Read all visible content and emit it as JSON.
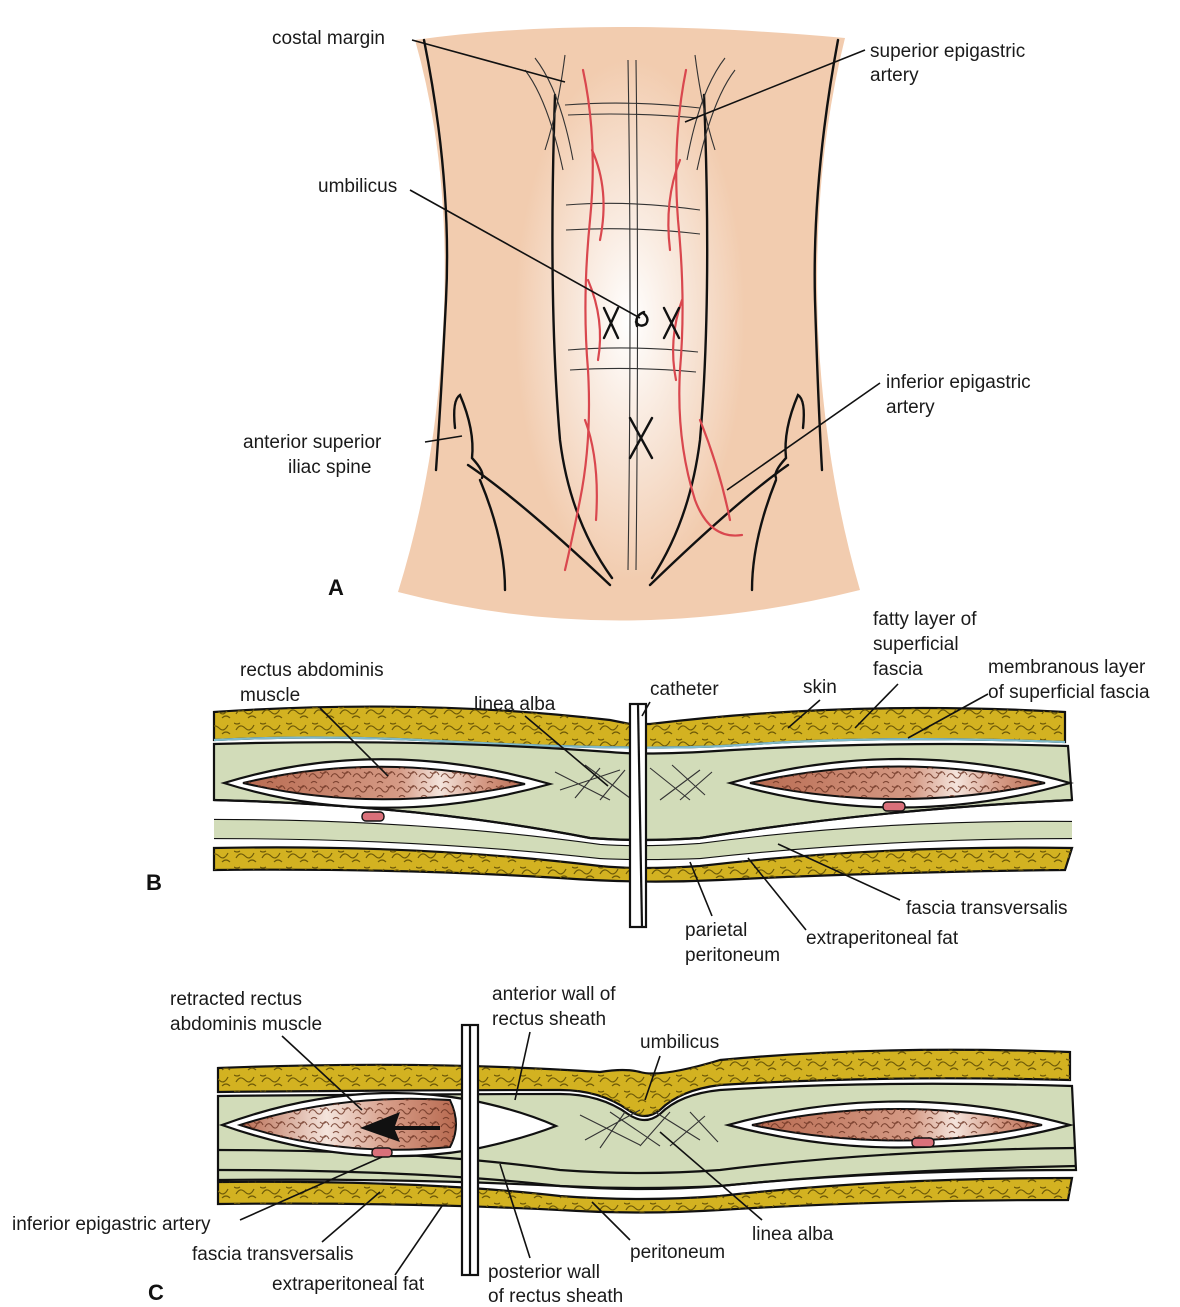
{
  "colors": {
    "skin": "#f2ccaf",
    "artery": "#d9474e",
    "fat": "#d3b221",
    "fascia": "#d2dcb9",
    "muscle_dark": "#b86a50",
    "muscle_light": "#f4e4dc",
    "outline": "#111111"
  },
  "panel_a": {
    "letter": "A",
    "labels": {
      "costal_margin": "costal margin",
      "superior_epigastric_1": "superior epigastric",
      "superior_epigastric_2": "artery",
      "umbilicus": "umbilicus",
      "inferior_epigastric_1": "inferior epigastric",
      "inferior_epigastric_2": "artery",
      "asis_1": "anterior superior",
      "asis_2": "iliac spine"
    }
  },
  "panel_b": {
    "letter": "B",
    "labels": {
      "rectus_1": "rectus abdominis",
      "rectus_2": "muscle",
      "linea_alba": "linea alba",
      "catheter": "catheter",
      "skin": "skin",
      "fatty_1": "fatty layer of",
      "fatty_2": "superficial",
      "fatty_3": "fascia",
      "membranous_1": "membranous layer",
      "membranous_2": "of superficial fascia",
      "fascia_transversalis": "fascia transversalis",
      "extraperitoneal_fat": "extraperitoneal fat",
      "parietal_1": "parietal",
      "parietal_2": "peritoneum"
    }
  },
  "panel_c": {
    "letter": "C",
    "labels": {
      "retracted_1": "retracted rectus",
      "retracted_2": "abdominis muscle",
      "anterior_wall_1": "anterior wall of",
      "anterior_wall_2": "rectus sheath",
      "umbilicus": "umbilicus",
      "inferior_epigastric": "inferior epigastric artery",
      "fascia_transversalis": "fascia transversalis",
      "extraperitoneal_fat": "extraperitoneal fat",
      "posterior_wall_1": "posterior wall",
      "posterior_wall_2": "of rectus sheath",
      "peritoneum": "peritoneum",
      "linea_alba": "linea alba"
    }
  }
}
